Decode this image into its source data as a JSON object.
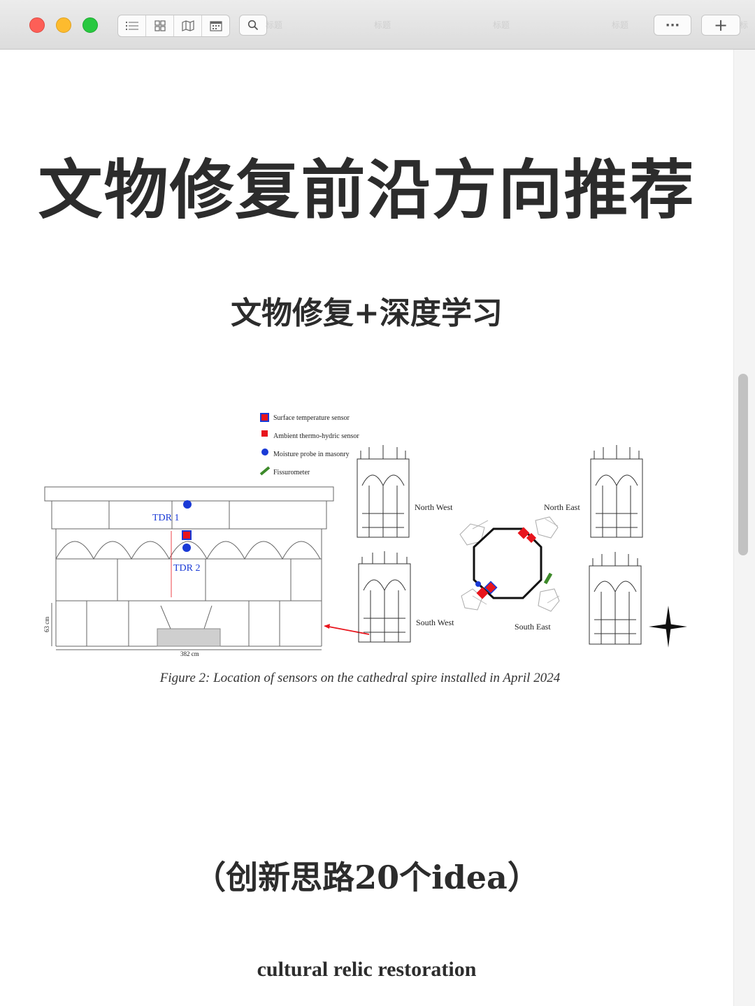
{
  "toolbar": {
    "ghost_labels": [
      "标题",
      "标题",
      "标题",
      "标题",
      "标"
    ],
    "more_label": "···",
    "add_label": "+"
  },
  "page": {
    "title": "文物修复前沿方向推荐",
    "subtitle": "文物修复+深度学习",
    "ideas": "（创新思路20个idea）",
    "english": "cultural relic restoration"
  },
  "figure": {
    "caption": "Figure 2: Location of sensors on the cathedral spire installed in April 2024",
    "legend": {
      "surface": "Surface temperature sensor",
      "ambient": "Ambient thermo-hydric sensor",
      "moisture": "Moisture probe in masonry",
      "fissurometer": "Fissurometer"
    },
    "tdr1": "TDR 1",
    "tdr2": "TDR 2",
    "height_label": "63 cm",
    "width_label": "382 cm",
    "directions": {
      "nw": "North West",
      "ne": "North East",
      "sw": "South West",
      "se": "South East"
    },
    "colors": {
      "red": "#e8141c",
      "blue": "#1a3ad6",
      "green": "#3d8a2a"
    }
  }
}
